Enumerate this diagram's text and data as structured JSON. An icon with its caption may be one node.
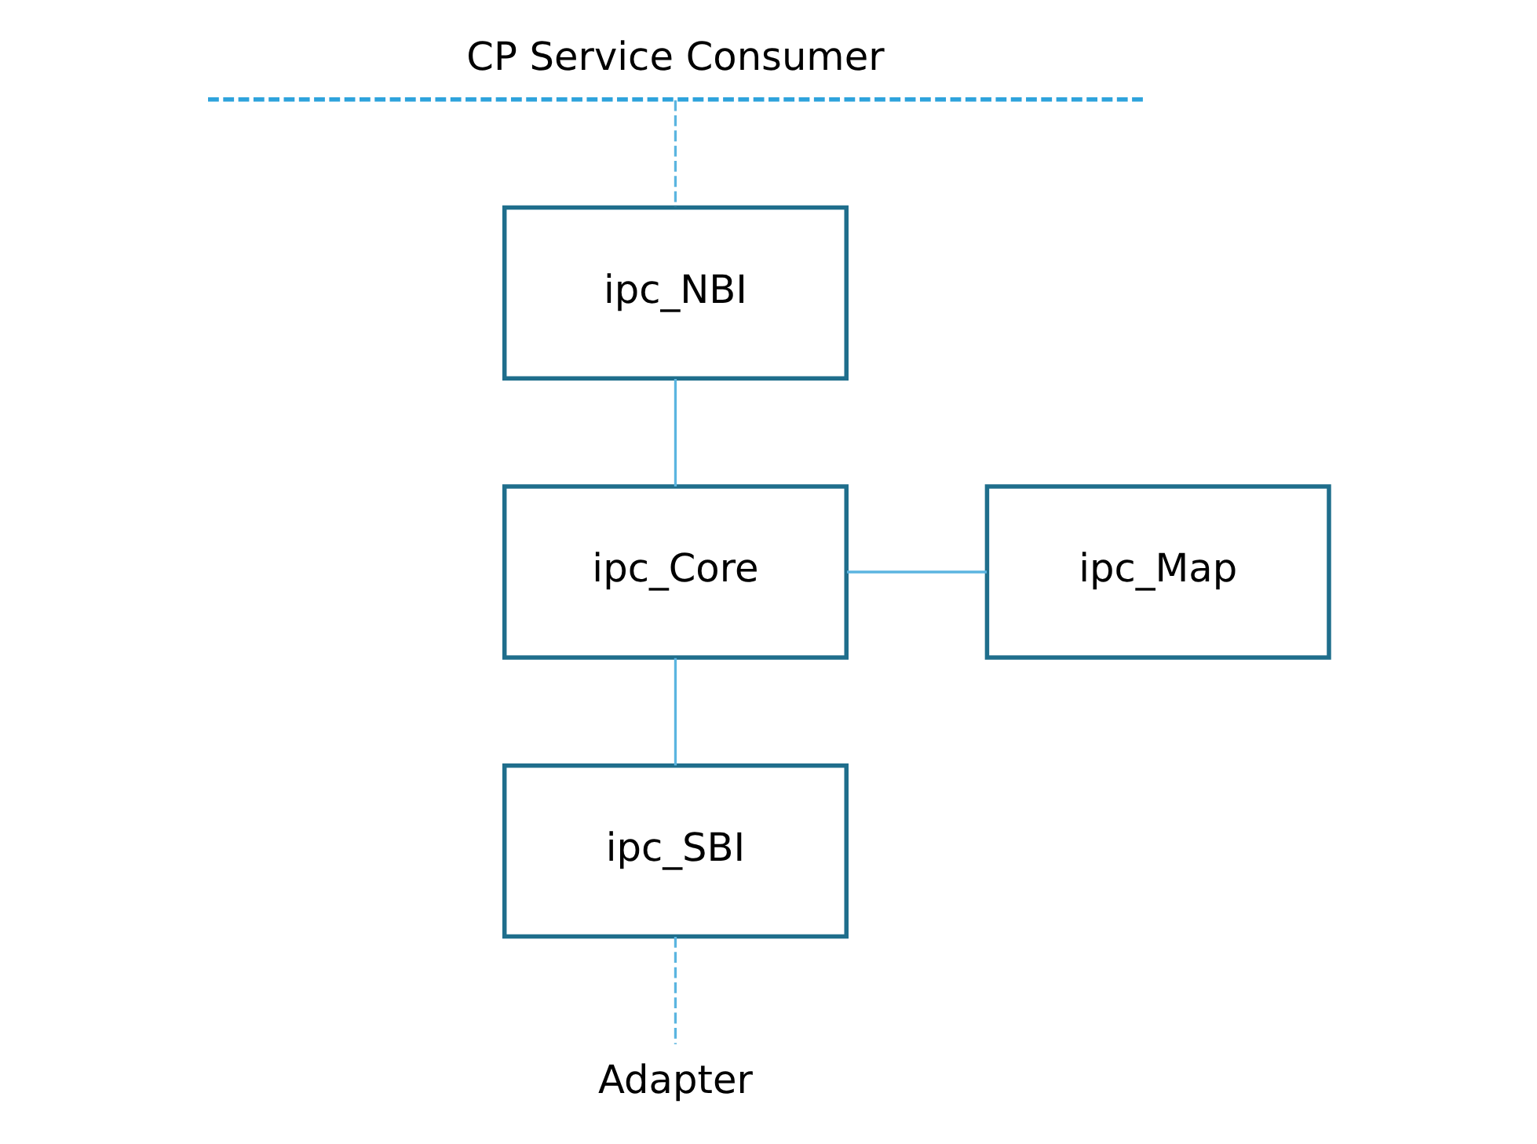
{
  "diagram": {
    "nodes": [
      {
        "text": [
          "CP Service Consumer"
        ]
      },
      {
        "text": [
          "ipc_NBI"
        ]
      },
      {
        "text": [
          "ipc_Core"
        ]
      },
      {
        "text": [
          "ipc_Map"
        ]
      },
      {
        "text": [
          "ipc_SBI"
        ]
      },
      {
        "text": [
          "Adapter"
        ]
      }
    ],
    "edges": [
      {
        "from": 0,
        "to": 1,
        "arrow": "none",
        "style": "dashed"
      },
      {
        "from": 1,
        "to": 2,
        "arrow": "none"
      },
      {
        "from": 2,
        "to": 3,
        "arrow": "none"
      },
      {
        "from": 2,
        "to": 4,
        "arrow": "none"
      },
      {
        "from": 4,
        "to": 5,
        "arrow": "none",
        "style": "dashed"
      }
    ]
  }
}
